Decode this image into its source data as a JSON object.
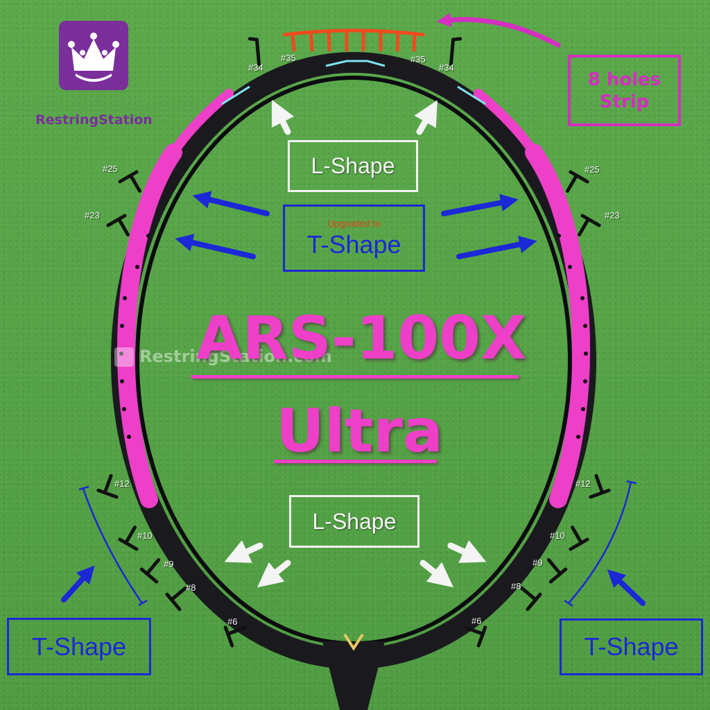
{
  "brand": {
    "name": "RestringStation",
    "watermark": "RestringStation.com"
  },
  "title": {
    "line1": "ARS-100X",
    "line2": "Ultra"
  },
  "labels": {
    "l_shape_top": "L-Shape",
    "l_shape_bottom": "L-Shape",
    "upgraded_to": "Upgraded to",
    "t_shape_middle": "T-Shape",
    "t_shape_left": "T-Shape",
    "t_shape_right": "T-Shape",
    "strip_line1": "8 holes",
    "strip_line2": "Strip"
  },
  "pins": {
    "top_left_35": "#35",
    "top_right_35": "#35",
    "top_left_34": "#34",
    "top_right_34": "#34",
    "left_25": "#25",
    "right_25": "#25",
    "left_23": "#23",
    "right_23": "#23",
    "left_12": "#12",
    "right_12": "#12",
    "left_10": "#10",
    "right_10": "#10",
    "left_9": "#9",
    "right_9": "#9",
    "left_8": "#8",
    "right_8": "#8",
    "left_6": "#6",
    "right_6": "#6"
  },
  "colors": {
    "background": "#55a346",
    "frame_pink": "#ee3fc9",
    "frame_black": "#1a1a1e",
    "title_pink": "#ee3fc9",
    "annotation_blue": "#1b28d6",
    "strip_orange": "#f04a1e",
    "logo_purple": "#7a2f9b",
    "strip_box_magenta": "#d42fc0",
    "upgraded_red": "#e0421c"
  },
  "icons": {
    "logo": "crown-icon",
    "grommet": "grommet-pin-icon",
    "arrow": "arrow-icon"
  }
}
